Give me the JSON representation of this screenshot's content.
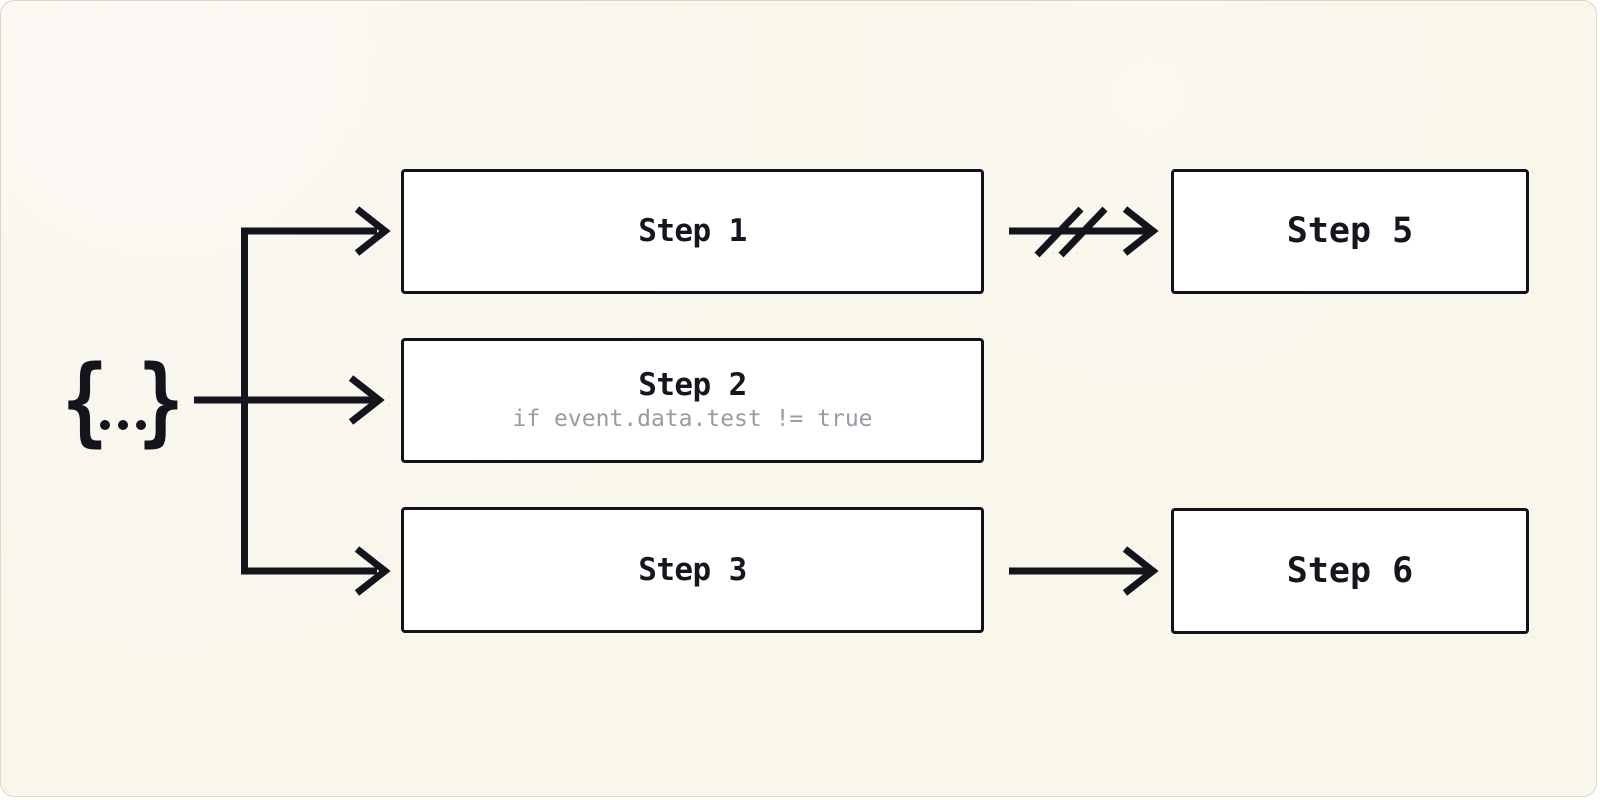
{
  "diagram": {
    "kind": "workflow-branching",
    "theme": {
      "canvas_bg": "#f9f7ec",
      "node_bg": "#ffffff",
      "line_color": "#14141c",
      "text_color": "#16161e",
      "muted_text_color": "#9a9aa4",
      "border_color": "#12121a"
    }
  },
  "source": {
    "icon": "brace-ellipsis-icon",
    "open_brace": "{",
    "close_brace": "}"
  },
  "nodes": [
    {
      "id": "step-1",
      "label": "Step 1"
    },
    {
      "id": "step-2",
      "label": "Step 2",
      "condition": "if event.data.test != true"
    },
    {
      "id": "step-3",
      "label": "Step 3"
    },
    {
      "id": "step-5",
      "label": "Step 5"
    },
    {
      "id": "step-6",
      "label": "Step 6"
    }
  ],
  "edges": [
    {
      "from": "source",
      "to": "step-1",
      "type": "arrow"
    },
    {
      "from": "source",
      "to": "step-2",
      "type": "arrow"
    },
    {
      "from": "source",
      "to": "step-3",
      "type": "arrow"
    },
    {
      "from": "step-1",
      "to": "step-5",
      "type": "cancelled-arrow"
    },
    {
      "from": "step-3",
      "to": "step-6",
      "type": "arrow"
    }
  ]
}
